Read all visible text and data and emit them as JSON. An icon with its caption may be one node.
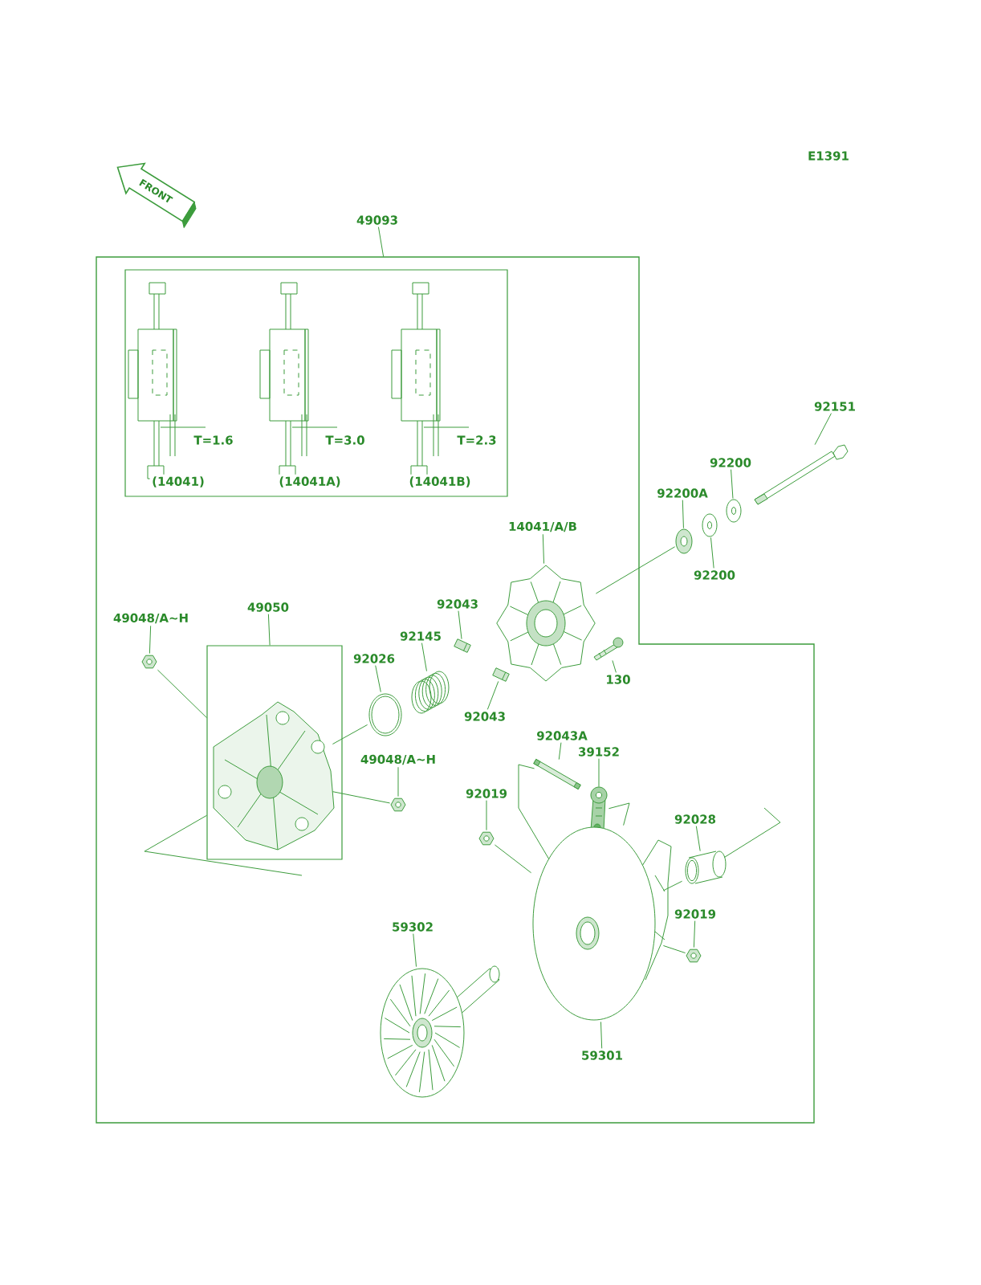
{
  "diagram": {
    "nodes": [
      {
        "text": [
          "49093"
        ]
      },
      {
        "text": [],
        "shape": "box"
      },
      {
        "text": [],
        "shape": "box",
        "in": 1
      },
      {
        "text": [
          "92151"
        ]
      },
      {
        "text": [],
        "shape": "picture"
      },
      {
        "text": [
          "92200"
        ]
      },
      {
        "text": [],
        "shape": "picture"
      },
      {
        "text": [
          "92200A"
        ]
      },
      {
        "text": [],
        "shape": "picture"
      },
      {
        "text": [
          "92200"
        ]
      },
      {
        "text": [],
        "shape": "picture"
      },
      {
        "text": [
          "14041/A/B"
        ],
        "in": 1
      },
      {
        "text": [],
        "shape": "picture",
        "in": 1
      },
      {
        "text": [
          "92043"
        ],
        "in": 1
      },
      {
        "text": [],
        "shape": "picture",
        "in": 1
      },
      {
        "text": [
          "92145"
        ],
        "in": 1
      },
      {
        "text": [],
        "shape": "picture",
        "in": 1
      },
      {
        "text": [
          "92026"
        ],
        "in": 1
      },
      {
        "text": [],
        "shape": "picture",
        "in": 1
      },
      {
        "text": [
          "92043"
        ],
        "in": 1
      },
      {
        "text": [],
        "shape": "picture",
        "in": 1
      },
      {
        "text": [
          "130"
        ],
        "in": 1
      },
      {
        "text": [],
        "shape": "picture",
        "in": 1
      },
      {
        "text": [
          "49048/A~H"
        ],
        "in": 1
      },
      {
        "text": [],
        "shape": "picture",
        "in": 1
      },
      {
        "text": [
          "49050"
        ],
        "in": 1
      },
      {
        "text": [],
        "shape": "box",
        "in": 1
      },
      {
        "text": [],
        "shape": "picture",
        "in": 26
      },
      {
        "text": [
          "49048/A~H"
        ],
        "in": 1
      },
      {
        "text": [],
        "shape": "picture",
        "in": 1
      },
      {
        "text": [
          "92043A"
        ],
        "in": 1
      },
      {
        "text": [],
        "shape": "picture",
        "in": 1
      },
      {
        "text": [
          "39152"
        ],
        "in": 1
      },
      {
        "text": [],
        "shape": "picture",
        "in": 1
      },
      {
        "text": [
          "92019"
        ],
        "in": 1
      },
      {
        "text": [],
        "shape": "picture",
        "in": 1
      },
      {
        "text": [
          "92028"
        ],
        "in": 1
      },
      {
        "text": [],
        "shape": "picture",
        "in": 1
      },
      {
        "text": [
          "92019"
        ],
        "in": 1
      },
      {
        "text": [],
        "shape": "picture",
        "in": 1
      },
      {
        "text": [
          "59302"
        ],
        "in": 1
      },
      {
        "text": [],
        "shape": "picture",
        "in": 1
      },
      {
        "text": [
          "59301"
        ],
        "in": 1
      },
      {
        "text": [],
        "shape": "picture",
        "in": 1
      }
    ],
    "edges": [
      {
        "from": 0,
        "to": 1,
        "arrow": "none"
      },
      {
        "from": 3,
        "to": 4,
        "arrow": "none"
      },
      {
        "from": 5,
        "to": 6,
        "arrow": "none"
      },
      {
        "from": 7,
        "to": 8,
        "arrow": "none"
      },
      {
        "from": 9,
        "to": 10,
        "arrow": "none"
      },
      {
        "from": 11,
        "to": 12,
        "arrow": "none"
      },
      {
        "from": 13,
        "to": 14,
        "arrow": "none"
      },
      {
        "from": 15,
        "to": 16,
        "arrow": "none"
      },
      {
        "from": 17,
        "to": 18,
        "arrow": "none"
      },
      {
        "from": 19,
        "to": 20,
        "arrow": "none"
      },
      {
        "from": 21,
        "to": 22,
        "arrow": "none"
      },
      {
        "from": 23,
        "to": 24,
        "arrow": "none"
      },
      {
        "from": 25,
        "to": 26,
        "arrow": "none"
      },
      {
        "from": 28,
        "to": 29,
        "arrow": "none"
      },
      {
        "from": 30,
        "to": 31,
        "arrow": "none"
      },
      {
        "from": 32,
        "to": 33,
        "arrow": "none"
      },
      {
        "from": 34,
        "to": 35,
        "arrow": "none"
      },
      {
        "from": 36,
        "to": 37,
        "arrow": "none"
      },
      {
        "from": 38,
        "to": 39,
        "arrow": "none"
      },
      {
        "from": 40,
        "to": 41,
        "arrow": "none"
      },
      {
        "from": 42,
        "to": 43,
        "arrow": "none"
      },
      {
        "from": 8,
        "to": 12,
        "arrow": "none"
      },
      {
        "from": 24,
        "to": 27,
        "arrow": "none"
      },
      {
        "from": 27,
        "to": 18,
        "arrow": "none"
      },
      {
        "from": 27,
        "to": null,
        "arrow": "none"
      },
      {
        "from": 35,
        "to": 43,
        "arrow": "none"
      },
      {
        "from": 39,
        "to": 43,
        "arrow": "none"
      },
      {
        "from": 37,
        "to": 43,
        "arrow": "none"
      },
      {
        "from": 37,
        "to": null,
        "arrow": "none"
      },
      {
        "from": 31,
        "to": 43,
        "arrow": "none"
      },
      {
        "from": 33,
        "to": 43,
        "arrow": "none"
      },
      {
        "from": 29,
        "to": 27,
        "arrow": "none"
      }
    ],
    "labels": [
      "E1391",
      "FRONT",
      "T=1.6",
      "T=3.0",
      "T=2.3",
      "(14041)",
      "(14041A)",
      "(14041B)"
    ]
  }
}
